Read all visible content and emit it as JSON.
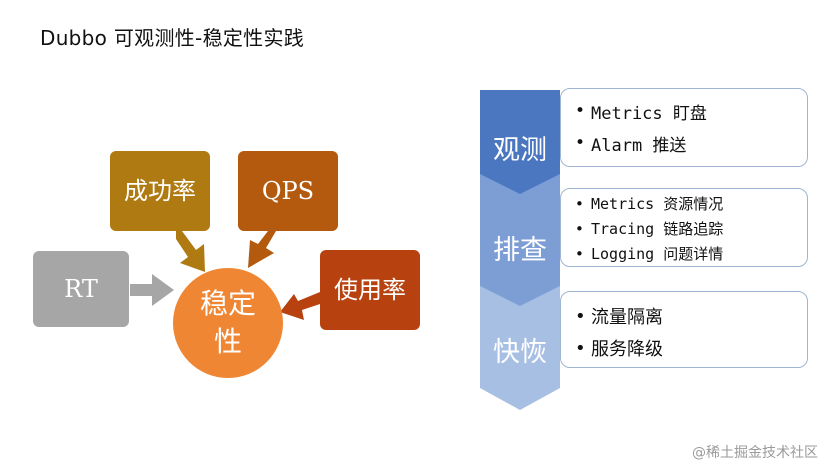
{
  "title": "Dubbo 可观测性-稳定性实践",
  "left_diagram": {
    "center": "稳定性",
    "inputs": [
      {
        "key": "rt",
        "label": "RT",
        "color": "#a6a6a6"
      },
      {
        "key": "success_rate",
        "label": "成功率",
        "color": "#b07a12"
      },
      {
        "key": "qps",
        "label": "QPS",
        "color": "#b45a0e"
      },
      {
        "key": "usage_rate",
        "label": "使用率",
        "color": "#b8420f"
      }
    ],
    "center_color": "#ef8633"
  },
  "phases": [
    {
      "label": "观测",
      "color": "#4b76c0",
      "items": [
        "Metrics 盯盘",
        "Alarm 推送"
      ]
    },
    {
      "label": "排查",
      "color": "#7d9ed4",
      "items": [
        "Metrics 资源情况",
        "Tracing 链路追踪",
        "Logging 问题详情"
      ]
    },
    {
      "label": "快恢",
      "color": "#a8bfe4",
      "items": [
        "流量隔离",
        "服务降级"
      ]
    }
  ],
  "watermark": "@稀土掘金技术社区"
}
